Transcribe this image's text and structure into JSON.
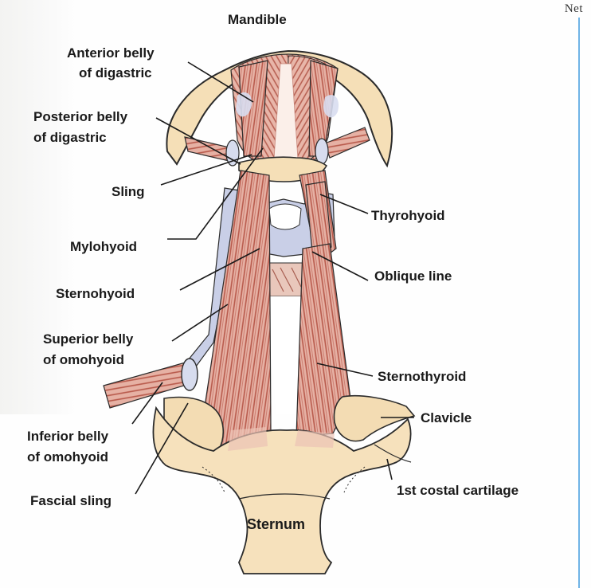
{
  "corner_text": "Net",
  "labels": {
    "mandible": "Mandible",
    "anterior_belly_line1": "Anterior belly",
    "anterior_belly_line2": "of digastric",
    "posterior_belly_line1": "Posterior belly",
    "posterior_belly_line2": "of digastric",
    "sling": "Sling",
    "mylohyoid": "Mylohyoid",
    "sternohyoid": "Sternohyoid",
    "superior_belly_line1": "Superior belly",
    "superior_belly_line2": "of omohyoid",
    "inferior_belly_line1": "Inferior belly",
    "inferior_belly_line2": "of omohyoid",
    "fascial_sling": "Fascial sling",
    "thyrohyoid": "Thyrohyoid",
    "oblique_line": "Oblique line",
    "sternothyroid": "Sternothyroid",
    "clavicle": "Clavicle",
    "first_costal_cartilage": "1st costal cartilage",
    "sternum": "Sternum"
  },
  "colors": {
    "muscle": "#e2a99c",
    "muscle_stripe": "#b7584a",
    "bone": "#f5dfb7",
    "bone_outline": "#2b2b2b",
    "cartilage": "#c7cde6",
    "margin_line": "#6fb3e6"
  }
}
